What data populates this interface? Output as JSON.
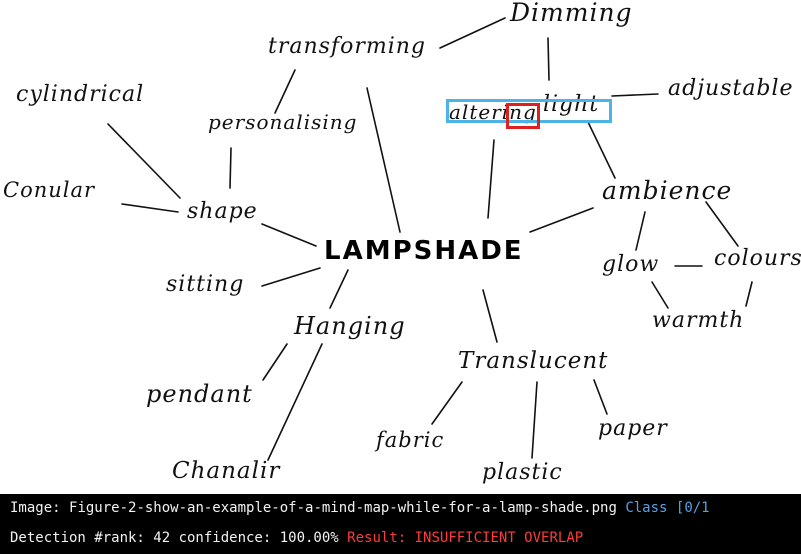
{
  "mindmap": {
    "center": "LAMPSHADE",
    "words": {
      "dimming": "Dimming",
      "transforming": "transforming",
      "adjustable": "adjustable",
      "cylindrical": "cylindrical",
      "personalising": "personalising",
      "altering": "altering",
      "light": "light",
      "conular": "Conular",
      "shape": "shape",
      "ambience": "ambience",
      "sitting": "sitting",
      "glow": "glow",
      "colours": "colours",
      "hanging": "Hanging",
      "warmth": "warmth",
      "pendant": "pendant",
      "translucent": "Translucent",
      "fabric": "fabric",
      "paper": "paper",
      "chanalir": "Chanalir",
      "plastic": "plastic"
    }
  },
  "detection": {
    "gt_box_color": "#4db3e6",
    "pred_box_color": "#e02020"
  },
  "status": {
    "image_label": "Image:",
    "image_name": "Figure-2-show-an-example-of-a-mind-map-while-for-a-lamp-shade.png",
    "class_text": "Class [0/1",
    "detection_line": "Detection #rank: 42 confidence: 100.00%",
    "result_text": "Result: INSUFFICIENT OVERLAP"
  },
  "colors": {
    "status_bg": "#000000",
    "class_color": "#5aa0e6",
    "result_color": "#ff3b3b"
  }
}
